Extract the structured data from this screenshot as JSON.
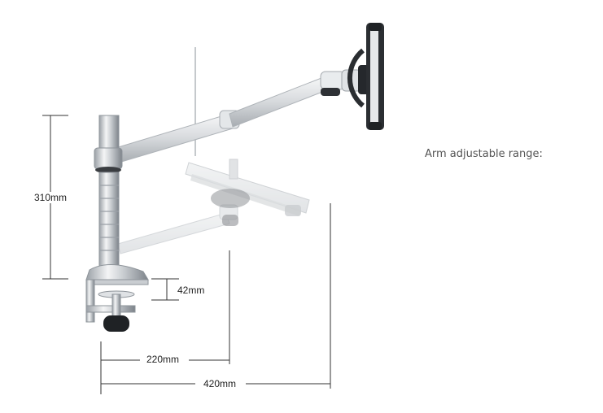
{
  "caption": "Arm adjustable range:",
  "dimensions": {
    "height_main": "310mm",
    "clamp_thickness": "42mm",
    "reach_lower": "220mm",
    "reach_full": "420mm"
  }
}
